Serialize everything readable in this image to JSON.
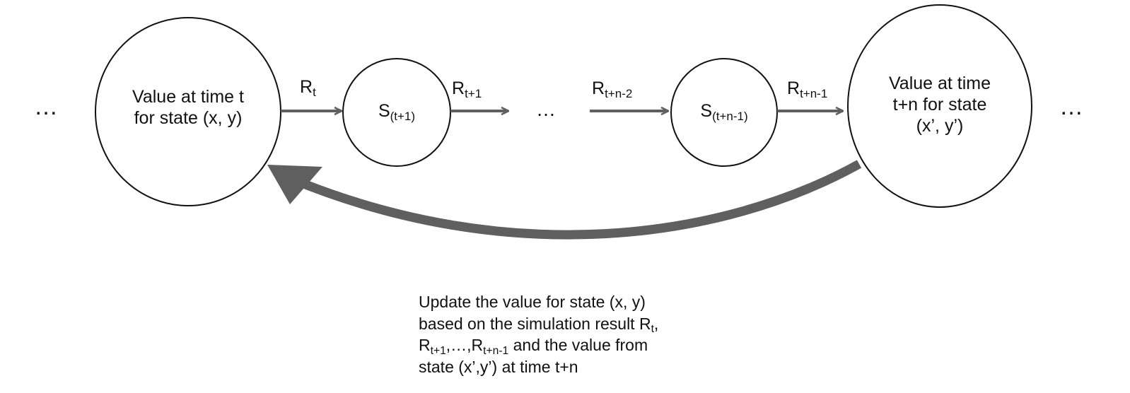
{
  "ellipsis": "…",
  "nodes": {
    "value_t": {
      "line1": "Value at time t",
      "line2": "for state (x, y)"
    },
    "s_t1": {
      "base": "S",
      "sub": "(t+1)"
    },
    "s_tn1": {
      "base": "S",
      "sub": "(t+n-1)"
    },
    "value_tn": {
      "line1": "Value at time",
      "line2": "t+n for state",
      "line3": "(x’, y’)"
    }
  },
  "edges": {
    "r_t": {
      "base": "R",
      "sub": "t"
    },
    "r_t1": {
      "base": "R",
      "sub": "t+1"
    },
    "r_tn2": {
      "base": "R",
      "sub": "t+n-2"
    },
    "r_tn1": {
      "base": "R",
      "sub": "t+n-1"
    }
  },
  "note": {
    "line1": "Update the value for state (x, y)",
    "line2a": "based on the simulation result R",
    "line2sub": "t",
    "line2b": ",",
    "line3a": "R",
    "line3sub1": "t+1",
    "line3b": ",…,R",
    "line3sub2": "t+n-1",
    "line3c": " and the value from",
    "line4": "state (x’,y’) at time t+n"
  },
  "colors": {
    "arrow": "#5f5f5f",
    "stroke": "#111111",
    "background": "#ffffff"
  }
}
